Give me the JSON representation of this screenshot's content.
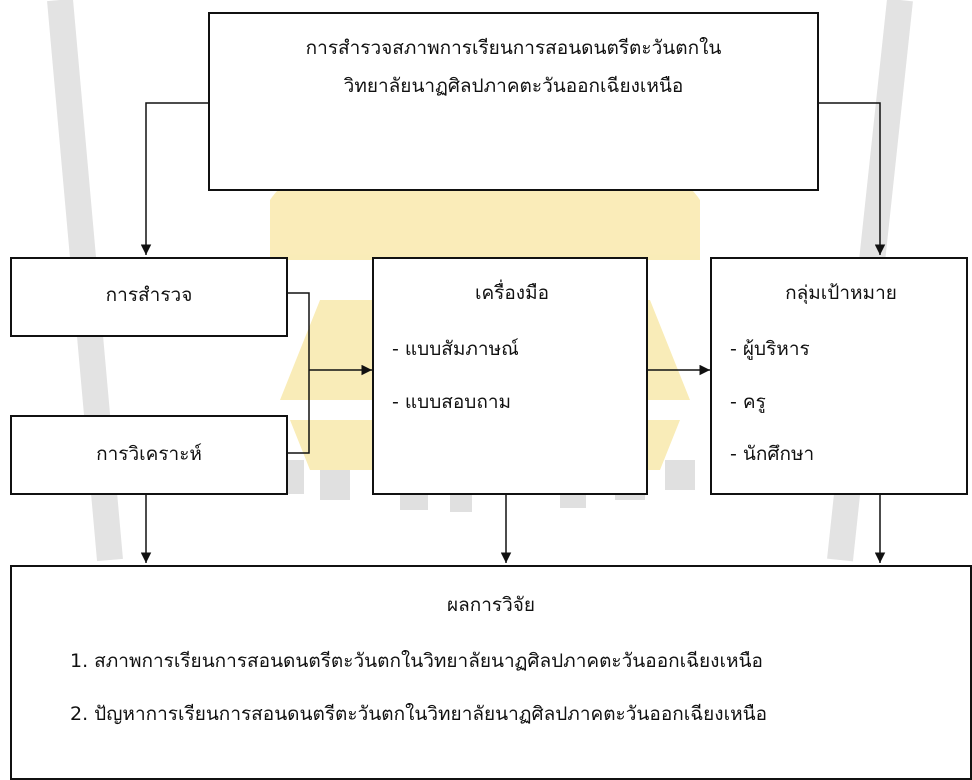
{
  "colors": {
    "line": "#111111",
    "watermark_gray": "#d9d9d9",
    "watermark_yellow": "#f6e08a"
  },
  "watermark": {
    "icon": "university-seal-watermark"
  },
  "top_box": {
    "line1": "การสำรวจสภาพการเรียนการสอนดนตรีตะวันตกใน",
    "line2": "วิทยาลัยนาฏศิลปภาคตะวันออกเฉียงเหนือ"
  },
  "survey_box": {
    "label": "การสำรวจ"
  },
  "analysis_box": {
    "label": "การวิเคราะห์"
  },
  "tools_box": {
    "title": "เครื่องมือ",
    "items": [
      "- แบบสัมภาษณ์",
      "- แบบสอบถาม"
    ]
  },
  "target_box": {
    "title": "กลุ่มเป้าหมาย",
    "items": [
      "- ผู้บริหาร",
      "- ครู",
      "- นักศึกษา"
    ]
  },
  "results_box": {
    "title": "ผลการวิจัย",
    "items": [
      "1. สภาพการเรียนการสอนดนตรีตะวันตกในวิทยาลัยนาฏศิลปภาคตะวันออกเฉียงเหนือ",
      "2. ปัญหาการเรียนการสอนดนตรีตะวันตกในวิทยาลัยนาฏศิลปภาคตะวันออกเฉียงเหนือ"
    ]
  }
}
